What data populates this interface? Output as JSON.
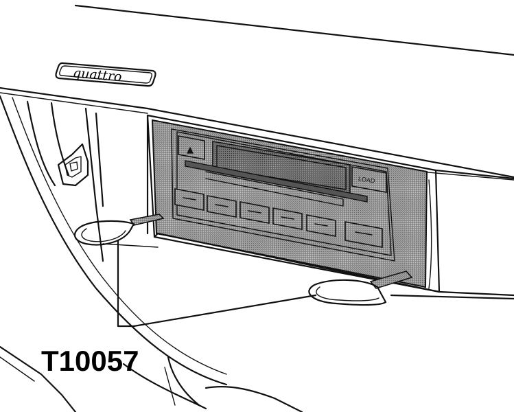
{
  "badge": {
    "text": "quattro"
  },
  "radio": {
    "eject_symbol": "▲",
    "load_label": "LOAD",
    "preset_count": 6
  },
  "tool_label": "T10057"
}
